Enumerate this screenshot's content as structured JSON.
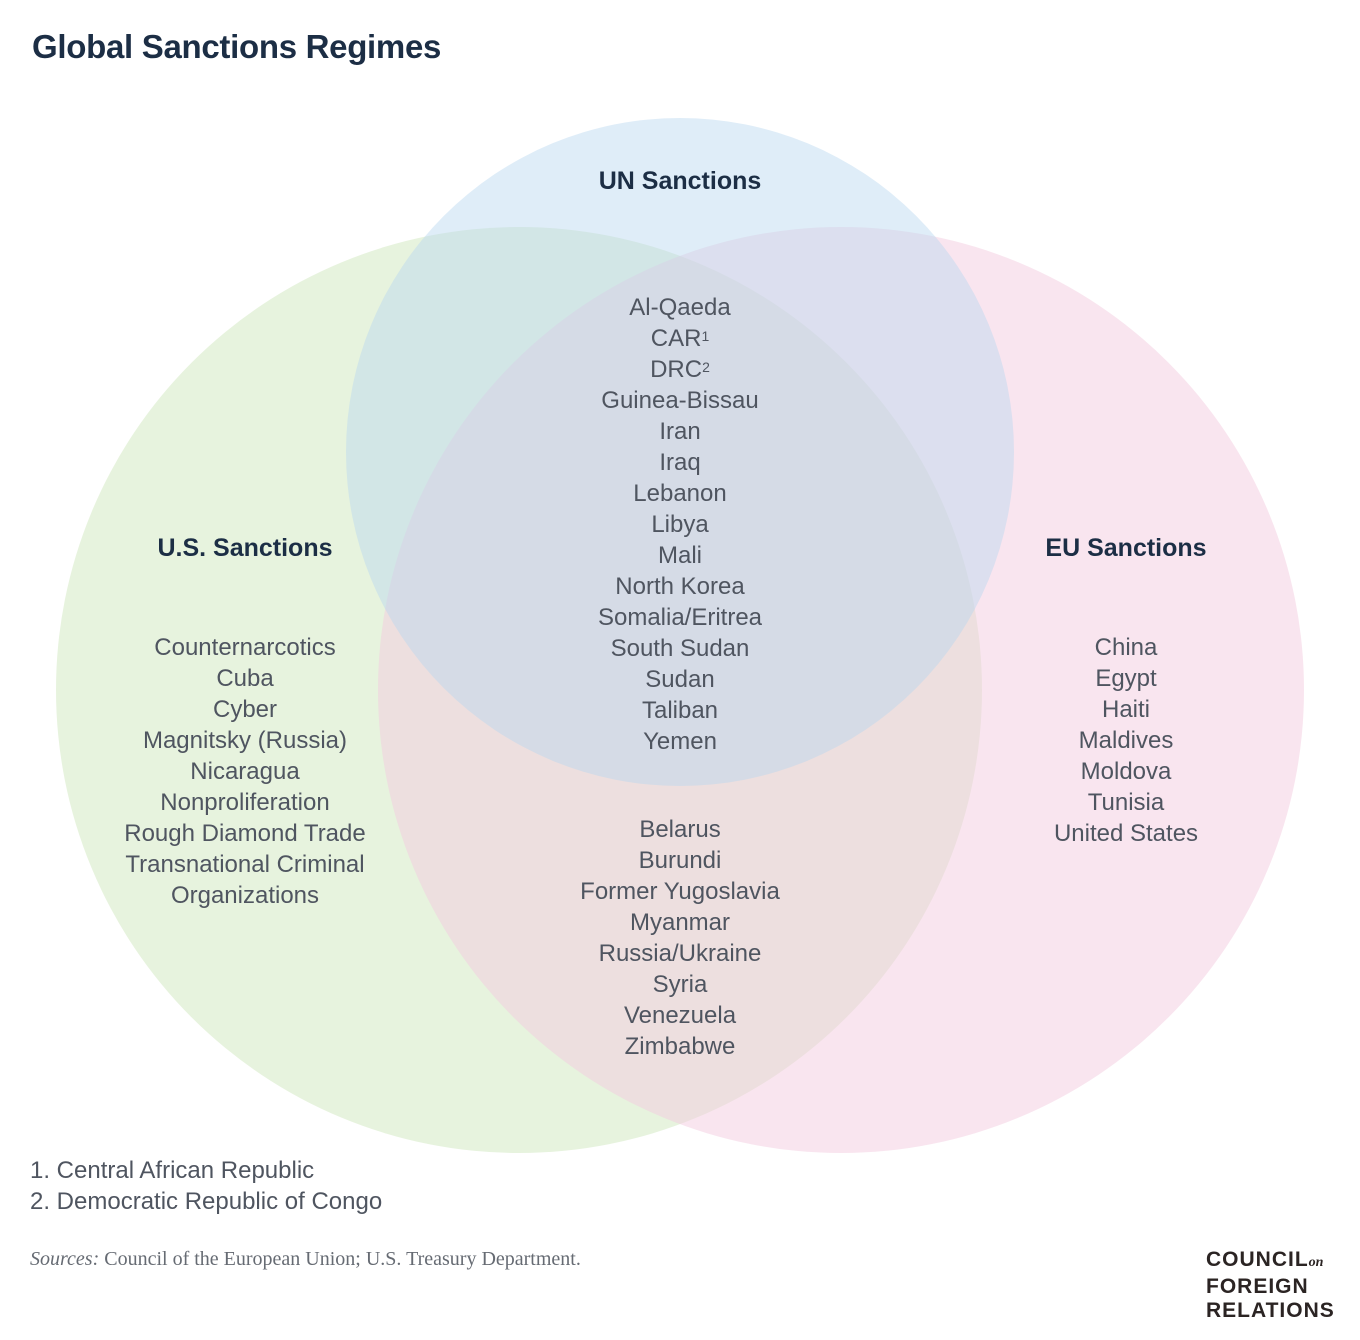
{
  "title": "Global Sanctions Regimes",
  "colors": {
    "us_circle": "#cfe8bd",
    "un_circle": "#b9d8ef",
    "eu_circle": "#f4cce0"
  },
  "sets": {
    "us": {
      "label": "U.S. Sanctions"
    },
    "un": {
      "label": "UN Sanctions"
    },
    "eu": {
      "label": "EU Sanctions"
    }
  },
  "regions": {
    "us_only": [
      "Counternarcotics",
      "Cuba",
      "Cyber",
      "Magnitsky (Russia)",
      "Nicaragua",
      "Nonproliferation",
      "Rough Diamond Trade",
      "Transnational Criminal",
      "Organizations"
    ],
    "all_three": [
      {
        "text": "Al-Qaeda",
        "sup": ""
      },
      {
        "text": "CAR",
        "sup": "1"
      },
      {
        "text": "DRC",
        "sup": "2"
      },
      {
        "text": "Guinea-Bissau",
        "sup": ""
      },
      {
        "text": "Iran",
        "sup": ""
      },
      {
        "text": "Iraq",
        "sup": ""
      },
      {
        "text": "Lebanon",
        "sup": ""
      },
      {
        "text": "Libya",
        "sup": ""
      },
      {
        "text": "Mali",
        "sup": ""
      },
      {
        "text": "North Korea",
        "sup": ""
      },
      {
        "text": "Somalia/Eritrea",
        "sup": ""
      },
      {
        "text": "South Sudan",
        "sup": ""
      },
      {
        "text": "Sudan",
        "sup": ""
      },
      {
        "text": "Taliban",
        "sup": ""
      },
      {
        "text": "Yemen",
        "sup": ""
      }
    ],
    "us_eu": [
      "Belarus",
      "Burundi",
      "Former Yugoslavia",
      "Myanmar",
      "Russia/Ukraine",
      "Syria",
      "Venezuela",
      "Zimbabwe"
    ],
    "eu_only": [
      "China",
      "Egypt",
      "Haiti",
      "Maldives",
      "Moldova",
      "Tunisia",
      "United States"
    ]
  },
  "footnotes": [
    "1. Central African Republic",
    "2. Democratic Republic of Congo"
  ],
  "sources": {
    "label": "Sources:",
    "text": " Council of the European Union; U.S. Treasury Department."
  },
  "logo": {
    "line1": "COUNCIL",
    "on": "on",
    "line2": "FOREIGN",
    "line3": "RELATIONS"
  }
}
